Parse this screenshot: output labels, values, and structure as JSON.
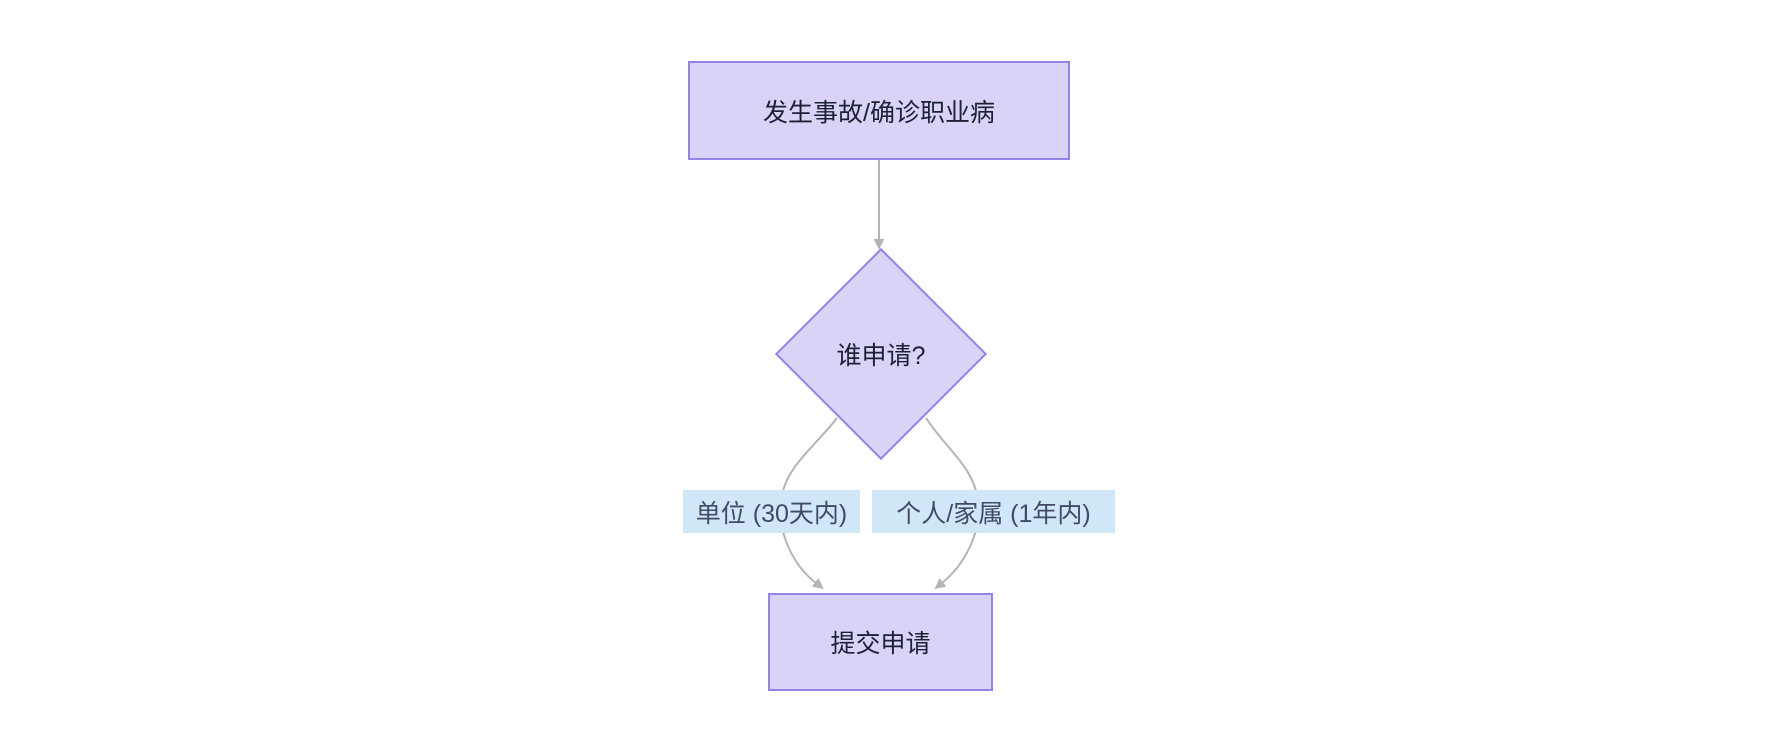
{
  "diagram": {
    "type": "flowchart",
    "direction": "top-down",
    "nodes": [
      {
        "id": "A",
        "shape": "rectangle",
        "label": "发生事故/确诊职业病"
      },
      {
        "id": "B",
        "shape": "diamond",
        "label": "谁申请?"
      },
      {
        "id": "C",
        "shape": "rectangle",
        "label": "提交申请"
      }
    ],
    "edges": [
      {
        "from": "A",
        "to": "B"
      },
      {
        "from": "B",
        "to": "C",
        "label": "单位 (30天内)"
      },
      {
        "from": "B",
        "to": "C",
        "label": "个人/家属 (1年内)"
      }
    ],
    "colors": {
      "background": "#ffffff",
      "node_fill": "#d9d3f7",
      "node_border": "#9186e2",
      "node_text": "#1d2135",
      "edge_line": "#b4b3ba",
      "edge_label_bg": "#d0e7f8",
      "edge_label_text": "#414b66"
    }
  }
}
